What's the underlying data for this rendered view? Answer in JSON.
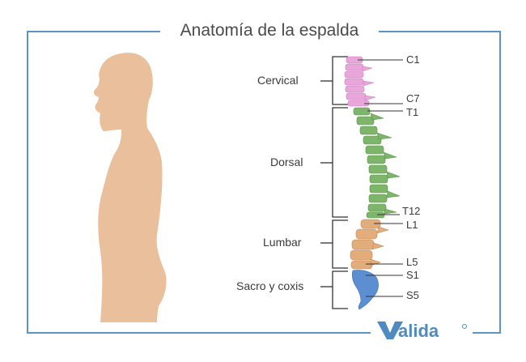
{
  "title": "Anatomía de la espalda",
  "brand": "Valida",
  "regions": [
    {
      "id": "cervical",
      "label": "Cervical",
      "color": "#e8a6d9"
    },
    {
      "id": "dorsal",
      "label": "Dorsal",
      "color": "#7db56a"
    },
    {
      "id": "lumbar",
      "label": "Lumbar",
      "color": "#e2ad7b"
    },
    {
      "id": "sacro",
      "label": "Sacro y coxis",
      "color": "#5b8fd1"
    }
  ],
  "vertebra_labels": [
    "C1",
    "C7",
    "T1",
    "T12",
    "L1",
    "L5",
    "S1",
    "S5"
  ],
  "colors": {
    "frame": "#5b94c5",
    "silhouette": "#e9bf9c",
    "brand": "#4f8bbf",
    "bracket": "#333333"
  }
}
